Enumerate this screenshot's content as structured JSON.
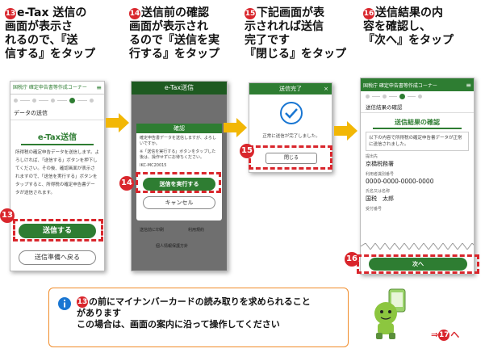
{
  "steps": [
    {
      "num": "13",
      "lines": [
        "e-Tax 送信の",
        "画面が表示さ",
        "れるので、『送",
        "信する』をタップ"
      ]
    },
    {
      "num": "14",
      "lines": [
        "送信前の確認",
        "画面が表示され",
        "るので『送信を実",
        "行する』をタップ"
      ]
    },
    {
      "num": "15",
      "lines": [
        "下記画面が表",
        "示されれば送信",
        "完了です",
        "『閉じる』をタップ"
      ]
    },
    {
      "num": "16",
      "lines": [
        "送信結果の内",
        "容を確認し、",
        "『次へ』をタップ"
      ]
    }
  ],
  "phone1": {
    "header": "国税庁 確定申告書等作成コーナー",
    "menu": "メニュー",
    "section": "データの送信",
    "etax_title": "e-Tax送信",
    "body": "所得税の確定申告データを送信します。よろしければ、「送信する」ボタンを押下してください。その後、確認画面が表示されますので、「送信を実行する」ボタンをタップすると、所得税の確定申告書データが送信されます。",
    "send_btn": "送信する",
    "back_btn": "送信準備へ戻る"
  },
  "phone2": {
    "header": "e-Tax送信",
    "dialog_title": "確認",
    "dialog_text1": "確定申告書データを送信しますが、よろしいですか。",
    "dialog_text2": "※「送信を実行する」ボタンをタップした後は、操作せずにお待ちください。",
    "code": "IKC-MC20015",
    "exec_btn": "送信を実行する",
    "cancel_btn": "キャンセル",
    "footer1": "送信前に印刷",
    "footer2": "利用規約",
    "footer3": "個人情報保護方針"
  },
  "phone3": {
    "title": "送信完了",
    "message": "正常に送信が完了しました。",
    "close_btn": "閉じる"
  },
  "phone4": {
    "header": "国税庁 確定申告書等作成コーナー",
    "menu": "メニュー",
    "section": "送信結果の確認",
    "title": "送信結果の確認",
    "note": "以下の内容で所得税の確定申告書データが正常に送信されました。",
    "office_label": "提出先",
    "office_value": "京橋税務署",
    "receipt_label": "利用者識別番号",
    "receipt_value": "0000-0000-0000-0000",
    "name_label": "氏名又は名称",
    "name_value": "国税　太郎",
    "receipt2_label": "受付番号",
    "next_btn": "次へ"
  },
  "notice": {
    "badge_num": "13",
    "line1": "の前にマイナンバーカードの読み取りを求められること",
    "line2": "があります",
    "line3": "この場合は、画面の案内に沿って操作してください"
  },
  "next_step": {
    "prefix": "⇒",
    "num": "17",
    "suffix": "へ"
  },
  "colors": {
    "accent_green": "#2e7d32",
    "highlight_red": "#d9262c",
    "arrow_yellow": "#f2b705",
    "notice_border": "#f08c2a",
    "info_blue": "#1976d2"
  }
}
